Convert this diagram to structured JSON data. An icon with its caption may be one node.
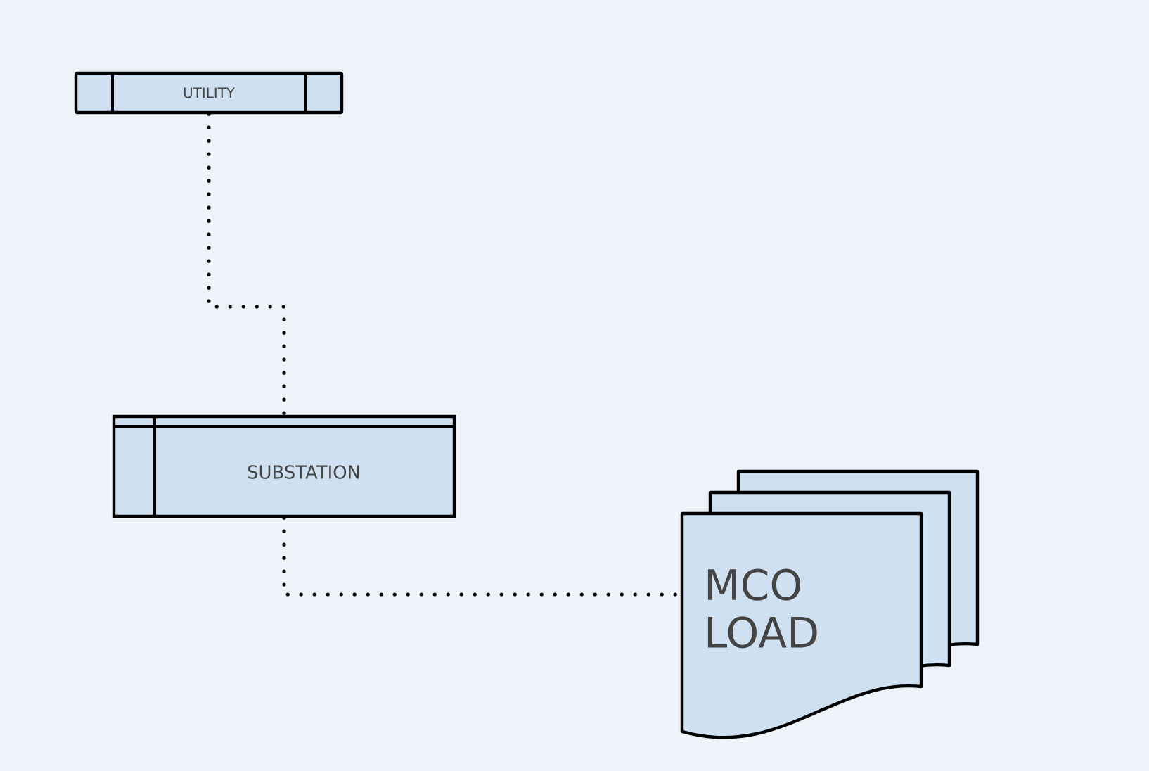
{
  "diagram": {
    "nodes": [
      {
        "text": [
          "UTILITY"
        ]
      },
      {
        "text": [
          "SUBSTATION"
        ]
      },
      {
        "text": [
          "MCO LOAD"
        ]
      }
    ],
    "edges": [
      {
        "from": 0,
        "to": 1,
        "arrow": "none"
      },
      {
        "from": 1,
        "to": 2,
        "arrow": "none"
      }
    ]
  }
}
